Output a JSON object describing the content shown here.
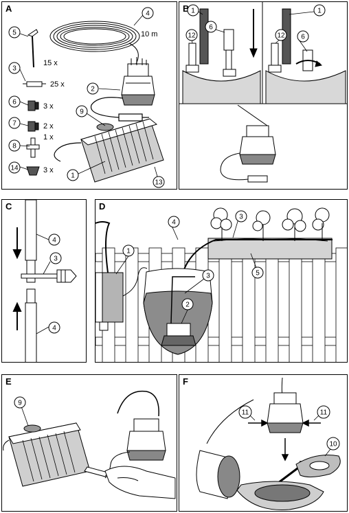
{
  "panels": {
    "A": {
      "label": "A"
    },
    "B": {
      "label": "B"
    },
    "C": {
      "label": "C"
    },
    "D": {
      "label": "D"
    },
    "E": {
      "label": "E"
    },
    "F": {
      "label": "F"
    }
  },
  "callouts": {
    "n1": "1",
    "n2": "2",
    "n3": "3",
    "n4": "4",
    "n5": "5",
    "n6": "6",
    "n7": "7",
    "n8": "8",
    "n9": "9",
    "n10": "10",
    "n11": "11",
    "n12": "12",
    "n13": "13",
    "n14": "14"
  },
  "quantities": {
    "hose_length": "10 m",
    "q5": "15 x",
    "q3": "25 x",
    "q6": "3 x",
    "q7": "2 x",
    "q8": "1 x",
    "q14": "3 x"
  },
  "colors": {
    "line": "#000000",
    "shade": "#9a9a9a",
    "light": "#d4d4d4",
    "water": "#8c8c8c"
  }
}
